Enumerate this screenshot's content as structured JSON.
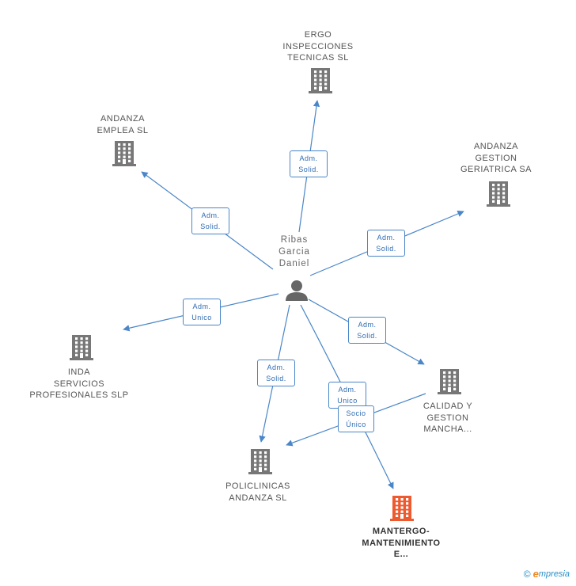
{
  "colors": {
    "edge": "#4a86c8",
    "building": "#777777",
    "building_main": "#ee5a2f",
    "person": "#666666"
  },
  "person": {
    "label_lines": [
      "Ribas",
      "Garcia",
      "Daniel"
    ],
    "icon": "person-icon"
  },
  "companies": [
    {
      "id": "ergo",
      "label_lines": [
        "ERGO",
        "INSPECCIONES",
        "TECNICAS SL"
      ],
      "icon": "building-icon"
    },
    {
      "id": "andanza-emplea",
      "label_lines": [
        "ANDANZA",
        "EMPLEA SL"
      ],
      "icon": "building-icon"
    },
    {
      "id": "andanza-gestion",
      "label_lines": [
        "ANDANZA",
        "GESTION",
        "GERIATRICA SA"
      ],
      "icon": "building-icon"
    },
    {
      "id": "inda",
      "label_lines": [
        "INDA",
        "SERVICIOS",
        "PROFESIONALES SLP"
      ],
      "icon": "building-icon"
    },
    {
      "id": "calidad",
      "label_lines": [
        "CALIDAD Y",
        "GESTION",
        "MANCHA..."
      ],
      "icon": "building-icon"
    },
    {
      "id": "policlinicas",
      "label_lines": [
        "POLICLINICAS",
        "ANDANZA SL"
      ],
      "icon": "building-icon"
    },
    {
      "id": "mantergo",
      "label_lines": [
        "MANTERGO-",
        "MANTENIMIENTO",
        "E..."
      ],
      "icon": "building-icon",
      "highlighted": true
    }
  ],
  "edges": [
    {
      "id": "e-ergo",
      "label_lines": [
        "Adm.",
        "Solid."
      ]
    },
    {
      "id": "e-emplea",
      "label_lines": [
        "Adm.",
        "Solid."
      ]
    },
    {
      "id": "e-gestion",
      "label_lines": [
        "Adm.",
        "Solid."
      ]
    },
    {
      "id": "e-inda",
      "label_lines": [
        "Adm.",
        "Unico"
      ]
    },
    {
      "id": "e-calidad",
      "label_lines": [
        "Adm.",
        "Solid."
      ]
    },
    {
      "id": "e-policlinicas",
      "label_lines": [
        "Adm.",
        "Solid."
      ]
    },
    {
      "id": "e-mantergo",
      "label_lines": [
        "Adm.",
        "Unico"
      ]
    },
    {
      "id": "e-calidad-policlinicas",
      "label_lines": [
        "Socio",
        "Único"
      ]
    }
  ],
  "footer": {
    "copyright_symbol": "©",
    "brand_initial": "e",
    "brand_rest": "mpresia"
  }
}
